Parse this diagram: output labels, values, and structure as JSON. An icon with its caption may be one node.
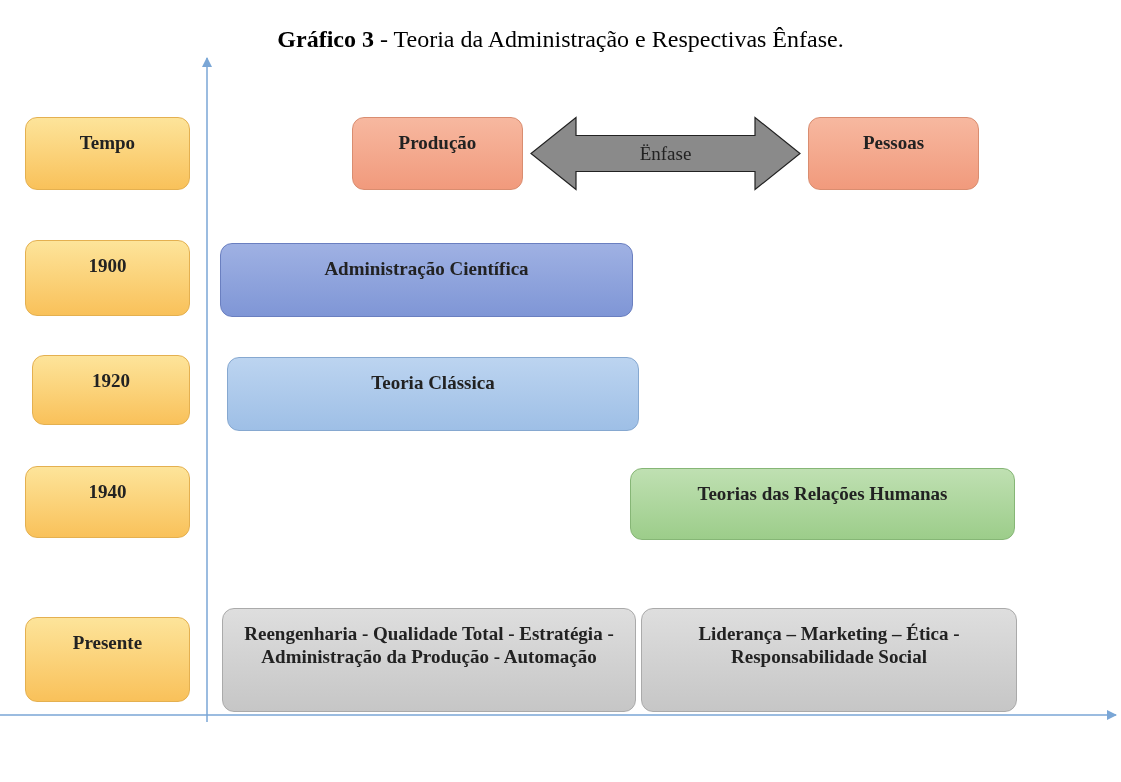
{
  "diagram": {
    "title": "**Gráfico 3** - Teoria da Administração e Respectivas Ênfase.",
    "nodes": [
      {
        "text": [
          "Tempo"
        ]
      },
      {
        "text": [
          "Produção"
        ]
      },
      {
        "text": [
          "Pessoas"
        ]
      },
      {
        "text": [
          "1900"
        ]
      },
      {
        "text": [
          "Administração Científica"
        ]
      },
      {
        "text": [
          "1920"
        ]
      },
      {
        "text": [
          "Teoria Clássica"
        ]
      },
      {
        "text": [
          "1940"
        ]
      },
      {
        "text": [
          "Teorias das Relações Humanas"
        ]
      },
      {
        "text": [
          "Presente"
        ]
      },
      {
        "text": [
          "Reengenharia - Qualidade Total - Estratégia - Administração da Produção - Automação"
        ]
      },
      {
        "text": [
          "Liderança – Marketing – Ética - Responsabilidade Social"
        ]
      }
    ],
    "edges": [
      {
        "from": 1,
        "to": 2,
        "arrow": "both",
        "label": "Ënfase"
      }
    ]
  }
}
